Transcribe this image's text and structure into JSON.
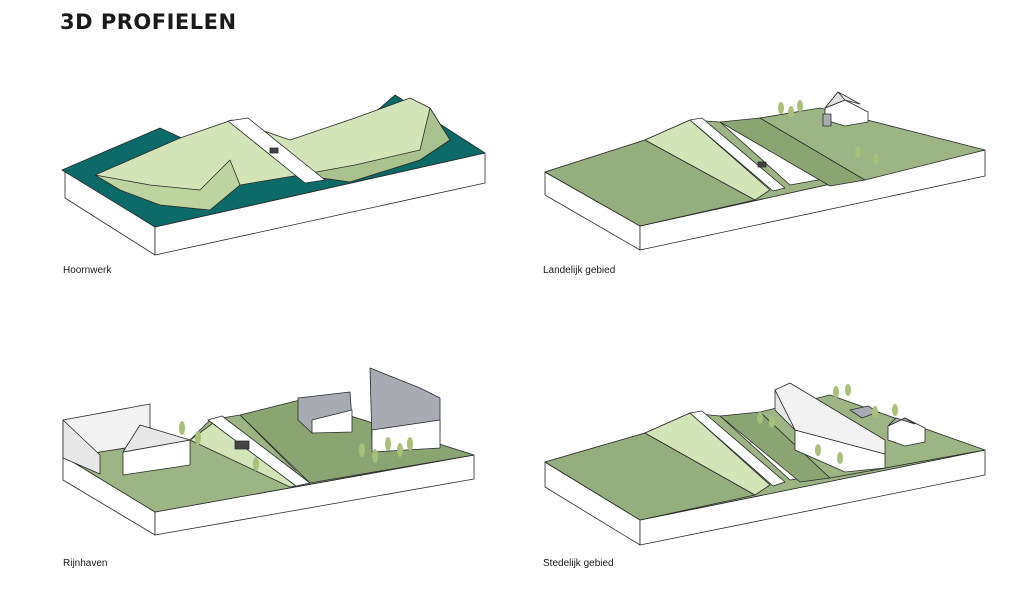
{
  "title": "3D PROFIELEN",
  "profiles": [
    {
      "caption": "Hoornwerk"
    },
    {
      "caption": "Landelijk gebied"
    },
    {
      "caption": "Rijnhaven"
    },
    {
      "caption": "Stedelijk gebied"
    }
  ],
  "colors": {
    "water": "#0c6b68",
    "grass": "#9db585",
    "grass_dark": "#8aa472",
    "dike_light": "#d3e4b9",
    "road": "#ffffff",
    "building_light": "#f2f2f2",
    "building_grey": "#a9abb2",
    "block_side": "#ffffff",
    "outline": "#2a2a2a"
  }
}
